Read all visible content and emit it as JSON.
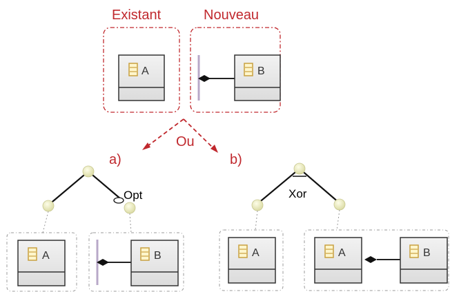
{
  "headers": {
    "existing": "Existant",
    "new": "Nouveau"
  },
  "choice": {
    "or": "Ou",
    "option_a": "a)",
    "option_b": "b)"
  },
  "operators": {
    "optional": "Opt",
    "xor": "Xor"
  },
  "classes": {
    "a": "A",
    "b": "B"
  },
  "colors": {
    "accent": "#c0282d",
    "node": "#e8e8b8",
    "box_fill": "#e6e6e6"
  }
}
